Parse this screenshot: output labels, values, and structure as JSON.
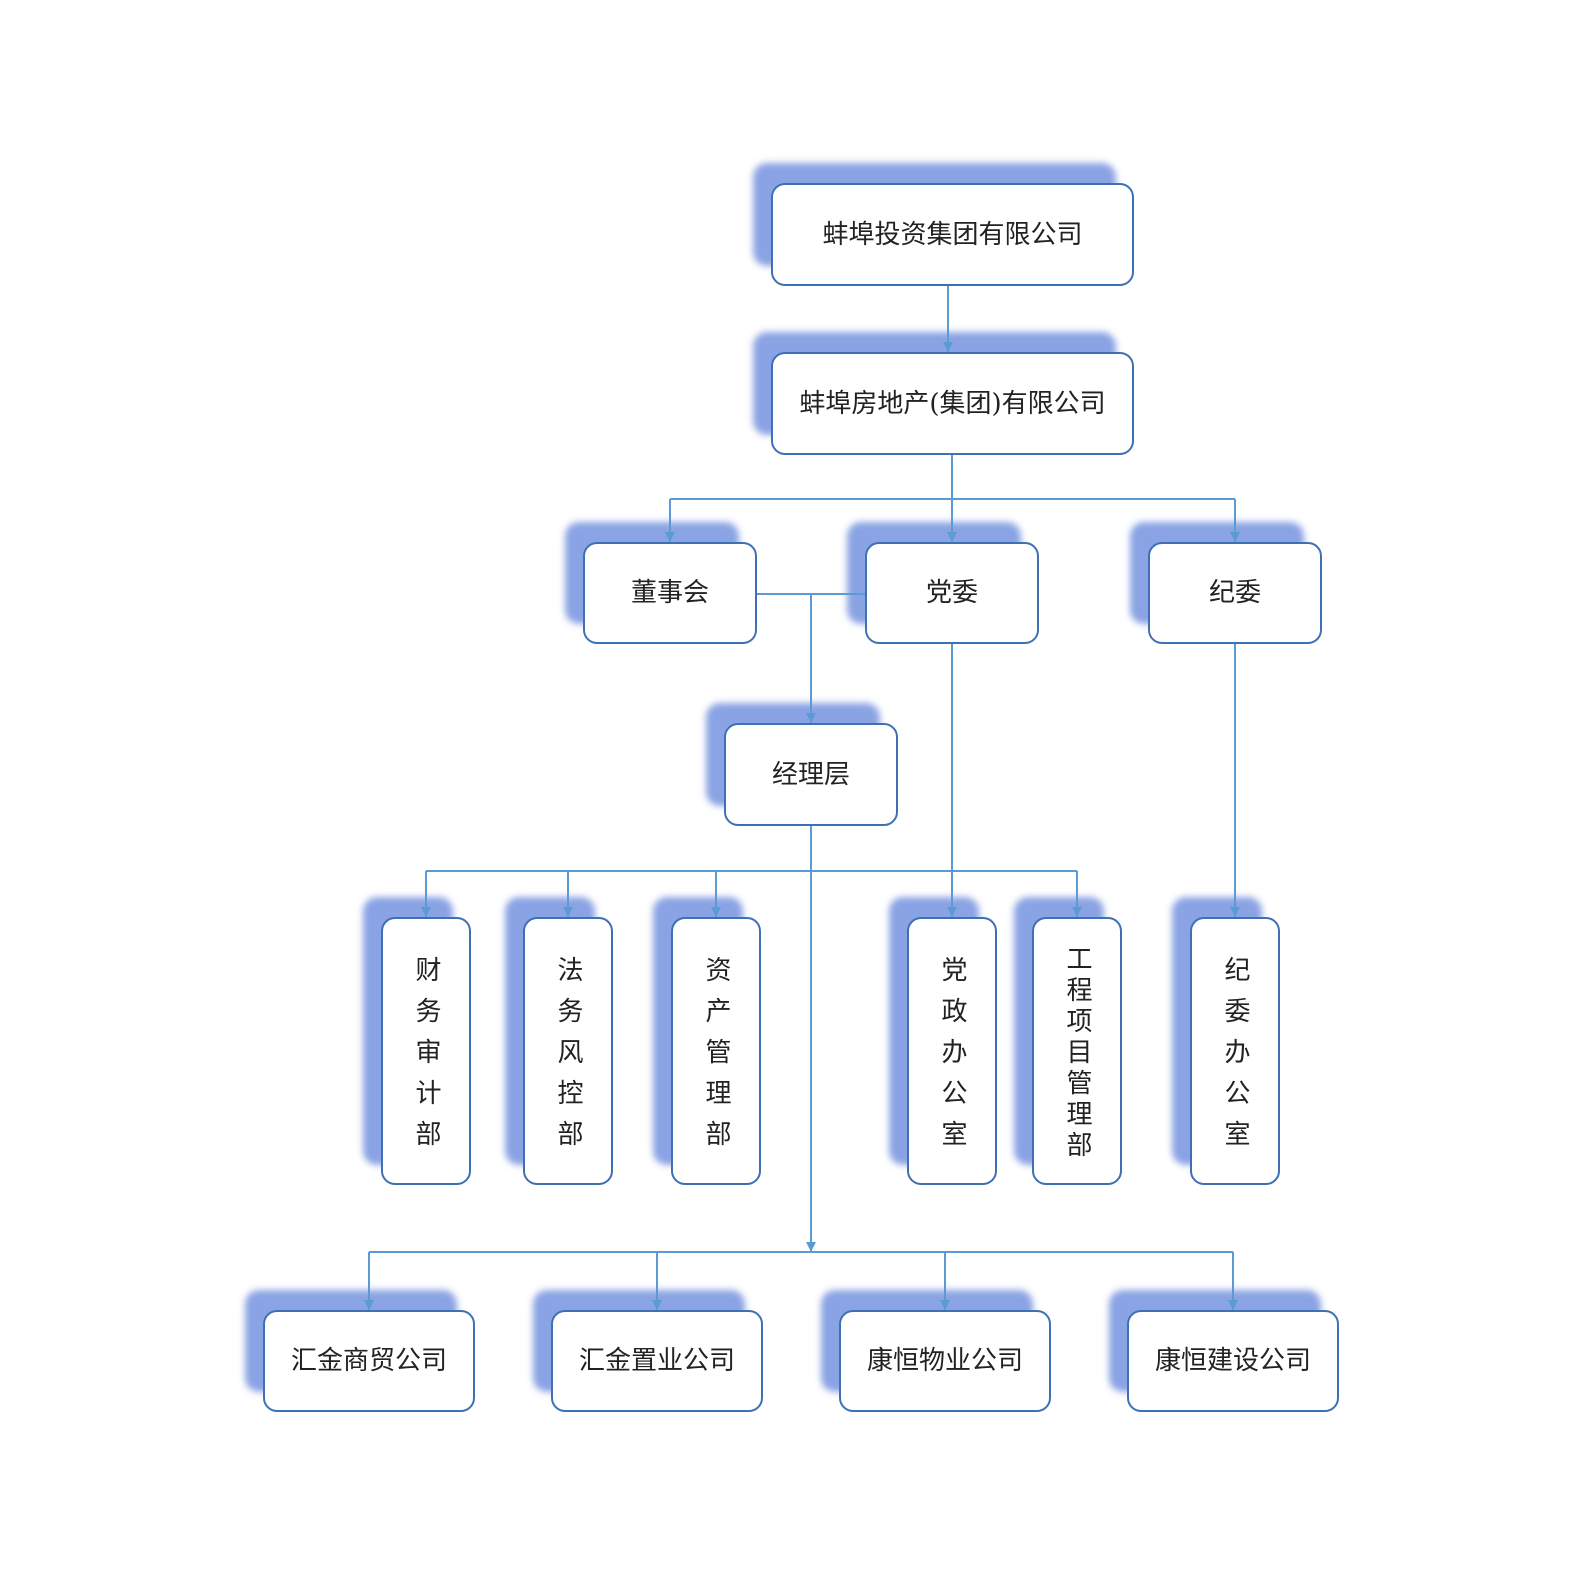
{
  "nodes": {
    "group": "蚌埠投资集团有限公司",
    "real_estate": "蚌埠房地产(集团)有限公司",
    "board": "董事会",
    "party_committee": "党委",
    "discipline_committee": "纪委",
    "management": "经理层",
    "departments": [
      "财务审计部",
      "法务风控部",
      "资产管理部",
      "党政办公室",
      "工程项目管理部",
      "纪委办公室"
    ],
    "subsidiaries": [
      "汇金商贸公司",
      "汇金置业公司",
      "康恒物业公司",
      "康恒建设公司"
    ]
  },
  "colors": {
    "line": "#5b9bd5",
    "border": "#3f70b3",
    "shadow": "#7a96e0"
  }
}
